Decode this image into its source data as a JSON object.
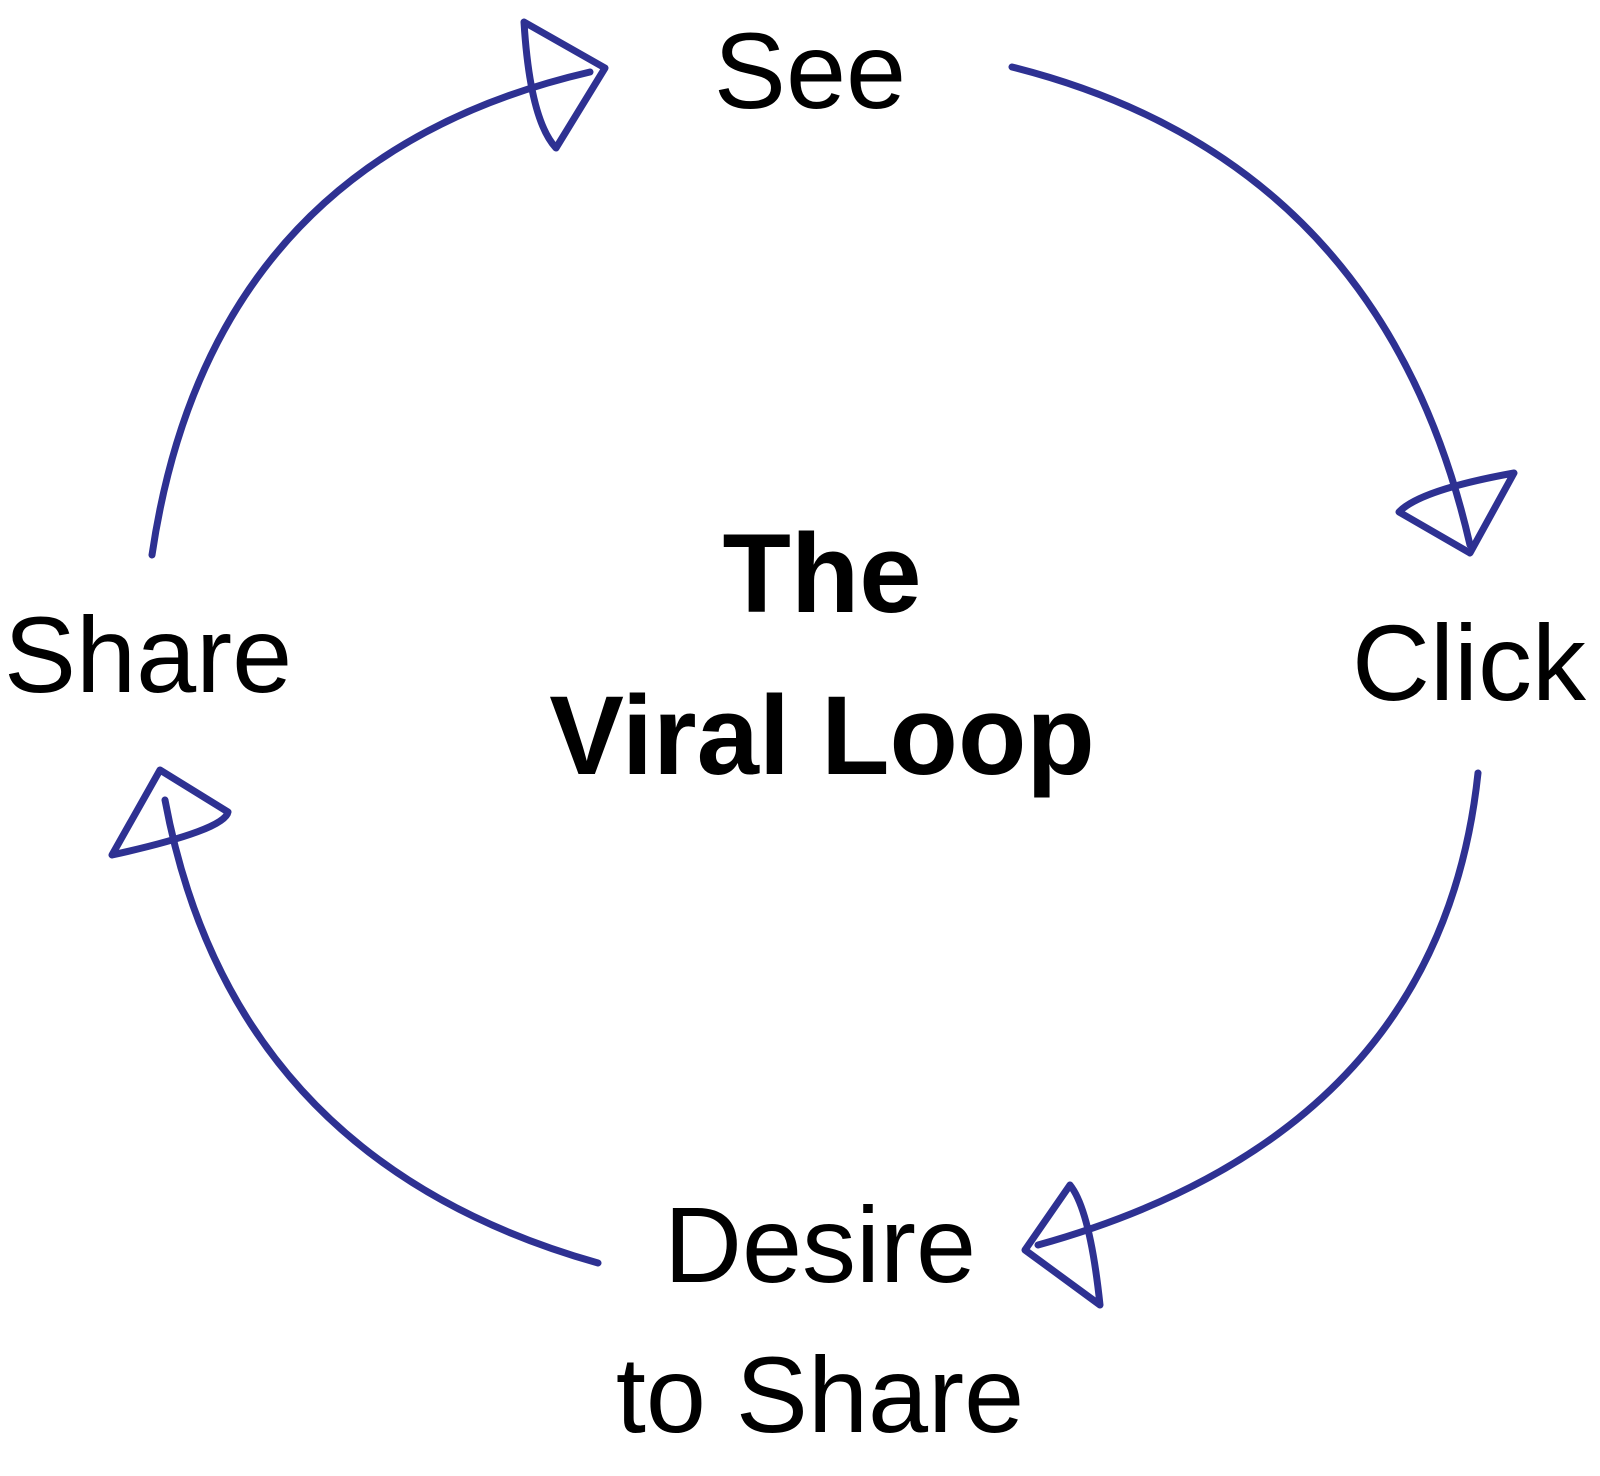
{
  "diagram": {
    "title": {
      "line1": "The",
      "line2": "Viral Loop"
    },
    "nodes": {
      "see": "See",
      "click": "Click",
      "desire_line1": "Desire",
      "desire_line2": "to Share",
      "share": "Share"
    },
    "arrow_color": "#2e3192",
    "text_color": "#000000"
  }
}
